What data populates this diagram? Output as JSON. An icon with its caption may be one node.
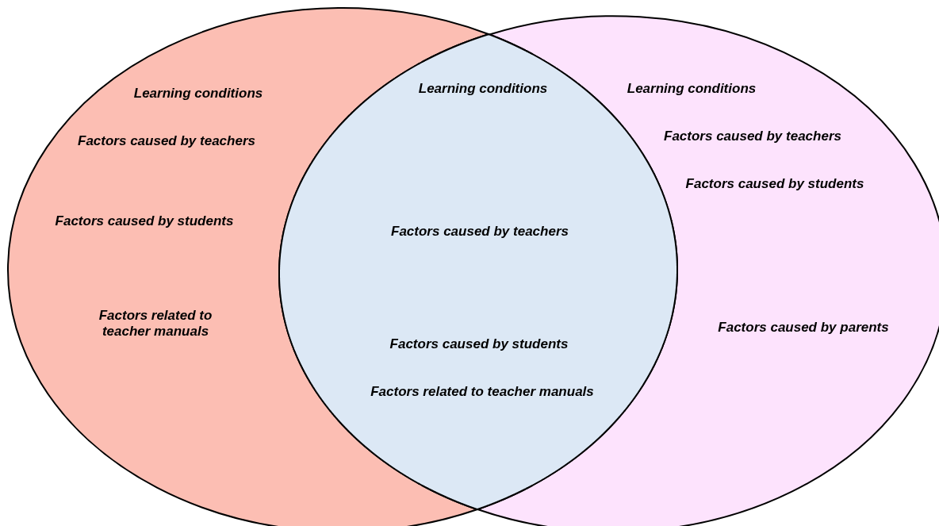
{
  "diagram": {
    "nodes": [
      {
        "text": [
          "Learning conditions",
          "Factors caused by teachers",
          "Factors caused by students",
          "Factors related to teacher manuals"
        ]
      },
      {
        "text": [
          "Learning conditions",
          "Factors caused by teachers",
          "Factors caused by students",
          "Factors caused by parents"
        ]
      },
      {
        "text": [
          "Learning conditions",
          "Factors caused by teachers",
          "Factors caused by students",
          "Factors related to teacher manuals"
        ]
      }
    ]
  }
}
